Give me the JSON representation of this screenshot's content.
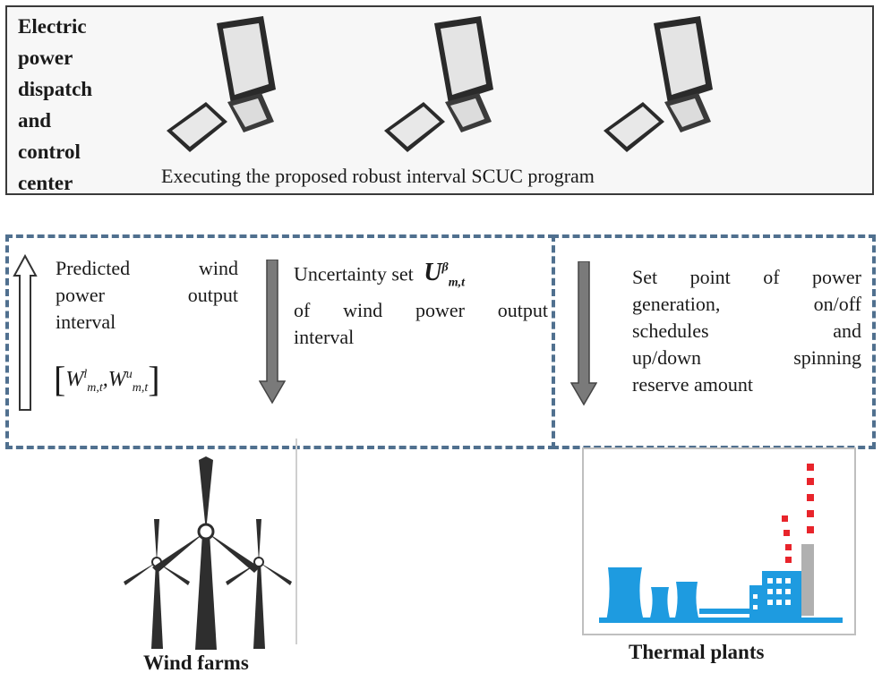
{
  "control_center": {
    "lines": [
      "Electric",
      "power",
      "dispatch",
      "and",
      "control",
      "center"
    ],
    "program_caption": "Executing  the proposed robust interval SCUC program"
  },
  "predicted": {
    "rows": [
      [
        "Predicted",
        "wind"
      ],
      [
        "power",
        "output"
      ]
    ],
    "last": "interval",
    "formula": {
      "w": "W",
      "l_sup": "l",
      "sub": "m,t",
      "u_sup": "u",
      "sep": ","
    }
  },
  "uncertainty": {
    "row1": "Uncertainty set",
    "symbol": "U",
    "symbol_sup": "β",
    "symbol_sub": "m,t",
    "rows": [
      [
        "of",
        "wind",
        "power",
        "output"
      ]
    ],
    "last": "interval"
  },
  "setpoint": {
    "rows": [
      [
        "Set",
        "point",
        "of",
        "power"
      ],
      [
        "generation,",
        "on/off"
      ],
      [
        "schedules",
        "and"
      ],
      [
        "up/down",
        "spinning"
      ]
    ],
    "last": "reserve amount"
  },
  "labels": {
    "wind": "Wind farms",
    "plant": "Thermal plants"
  },
  "colors": {
    "dash_border": "#50708f",
    "plant_blue": "#1e9be0",
    "smoke_red": "#e8242b",
    "arrow_gray": "#7a7a7a"
  }
}
